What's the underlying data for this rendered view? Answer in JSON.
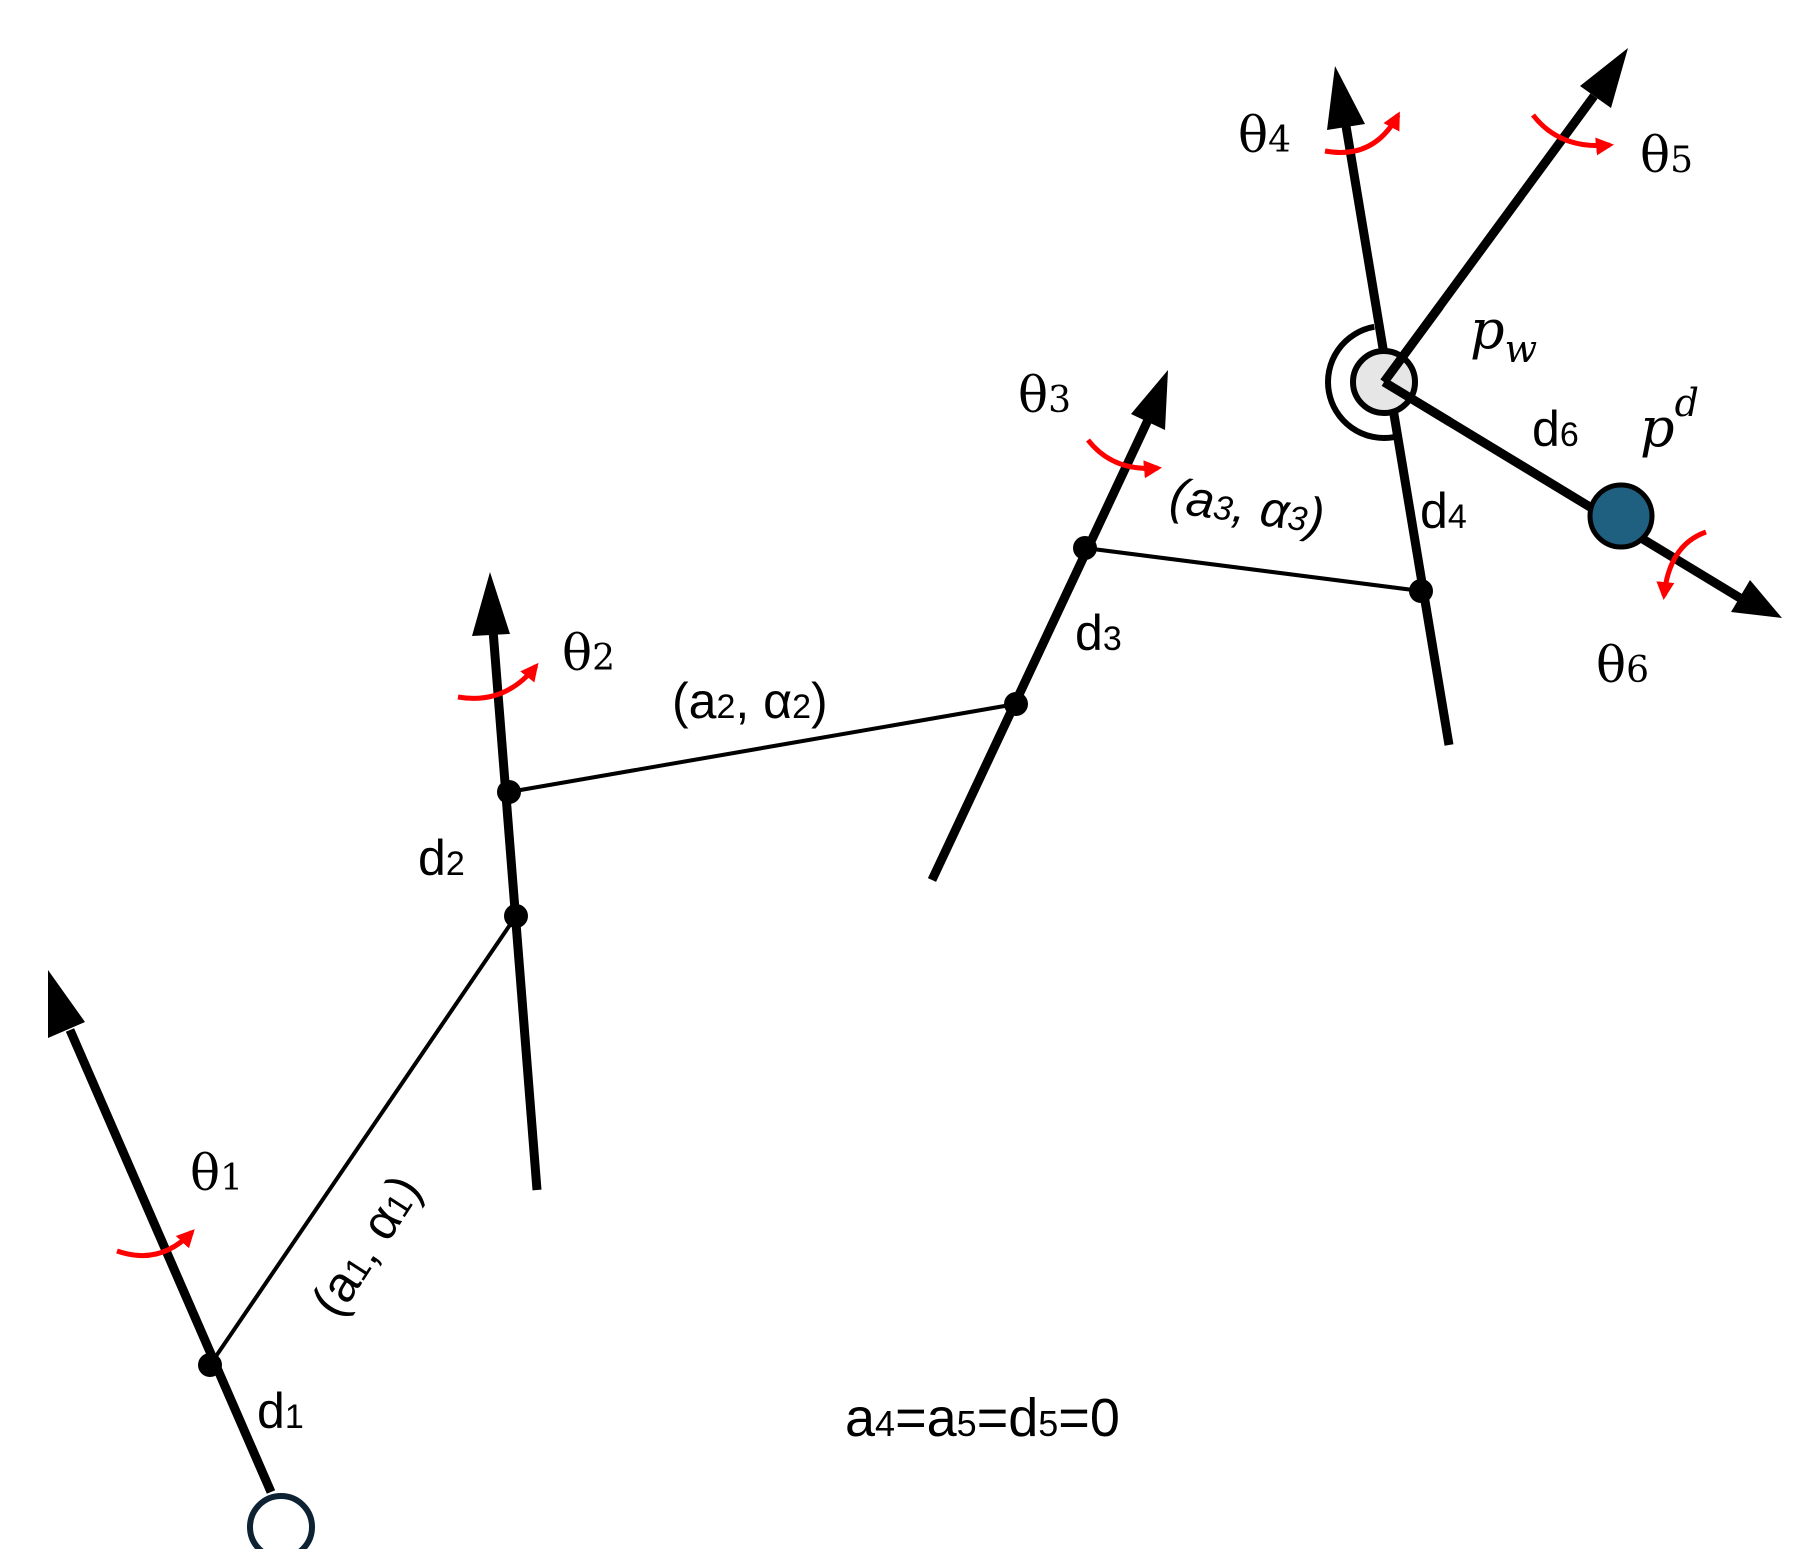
{
  "labels": {
    "theta1": {
      "base": "θ",
      "sub": "1"
    },
    "theta2": {
      "base": "θ",
      "sub": "2"
    },
    "theta3": {
      "base": "θ",
      "sub": "3"
    },
    "theta4": {
      "base": "θ",
      "sub": "4"
    },
    "theta5": {
      "base": "θ",
      "sub": "5"
    },
    "theta6": {
      "base": "θ",
      "sub": "6"
    },
    "d1": {
      "base": "d",
      "sub": "1"
    },
    "d2": {
      "base": "d",
      "sub": "2"
    },
    "d3": {
      "base": "d",
      "sub": "3"
    },
    "d4": {
      "base": "d",
      "sub": "4"
    },
    "d6": {
      "base": "d",
      "sub": "6"
    },
    "link1": {
      "open": "(a",
      "sub1": "1",
      "mid": ", α",
      "sub2": "1",
      "close": ")"
    },
    "link2": {
      "open": "(a",
      "sub1": "2",
      "mid": ", α",
      "sub2": "2",
      "close": ")"
    },
    "link3": {
      "open": "(a",
      "sub1": "3",
      "mid": ", α",
      "sub2": "3",
      "close": ")"
    },
    "pw": {
      "base": "p",
      "sub": "w"
    },
    "pd": {
      "base": "p",
      "sup": "d"
    },
    "constraint": {
      "a": "a",
      "s4": "4",
      "eq1": "=a",
      "s5": "5",
      "eq2": "=d",
      "s5b": "5",
      "eq3": "=0"
    }
  },
  "colors": {
    "axis": "#000000",
    "rotation": "#ff0000",
    "end_effector": "#1f5f7f",
    "wrist_fill": "#e6e6e6",
    "base_outline": "#0d2233"
  }
}
